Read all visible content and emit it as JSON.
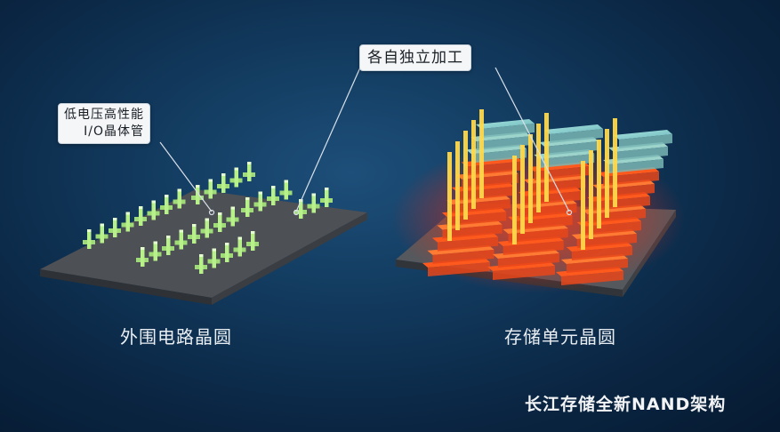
{
  "callouts": {
    "process_label": "各自独立加工",
    "io_label_line1": "低电压高性能",
    "io_label_line2": "I/O晶体管"
  },
  "captions": {
    "periphery_wafer": "外围电路晶圆",
    "storage_wafer": "存储单元晶圆"
  },
  "brand": {
    "tagline": "长江存储全新NAND架构"
  },
  "colors": {
    "transistor_green": "#b8f08a",
    "wafer_gray": "#4a4d52",
    "stack_orange": "#ff5a1e",
    "stack_top_cyan": "#8fd6d6",
    "pillar_yellow": "#ffd84a"
  }
}
